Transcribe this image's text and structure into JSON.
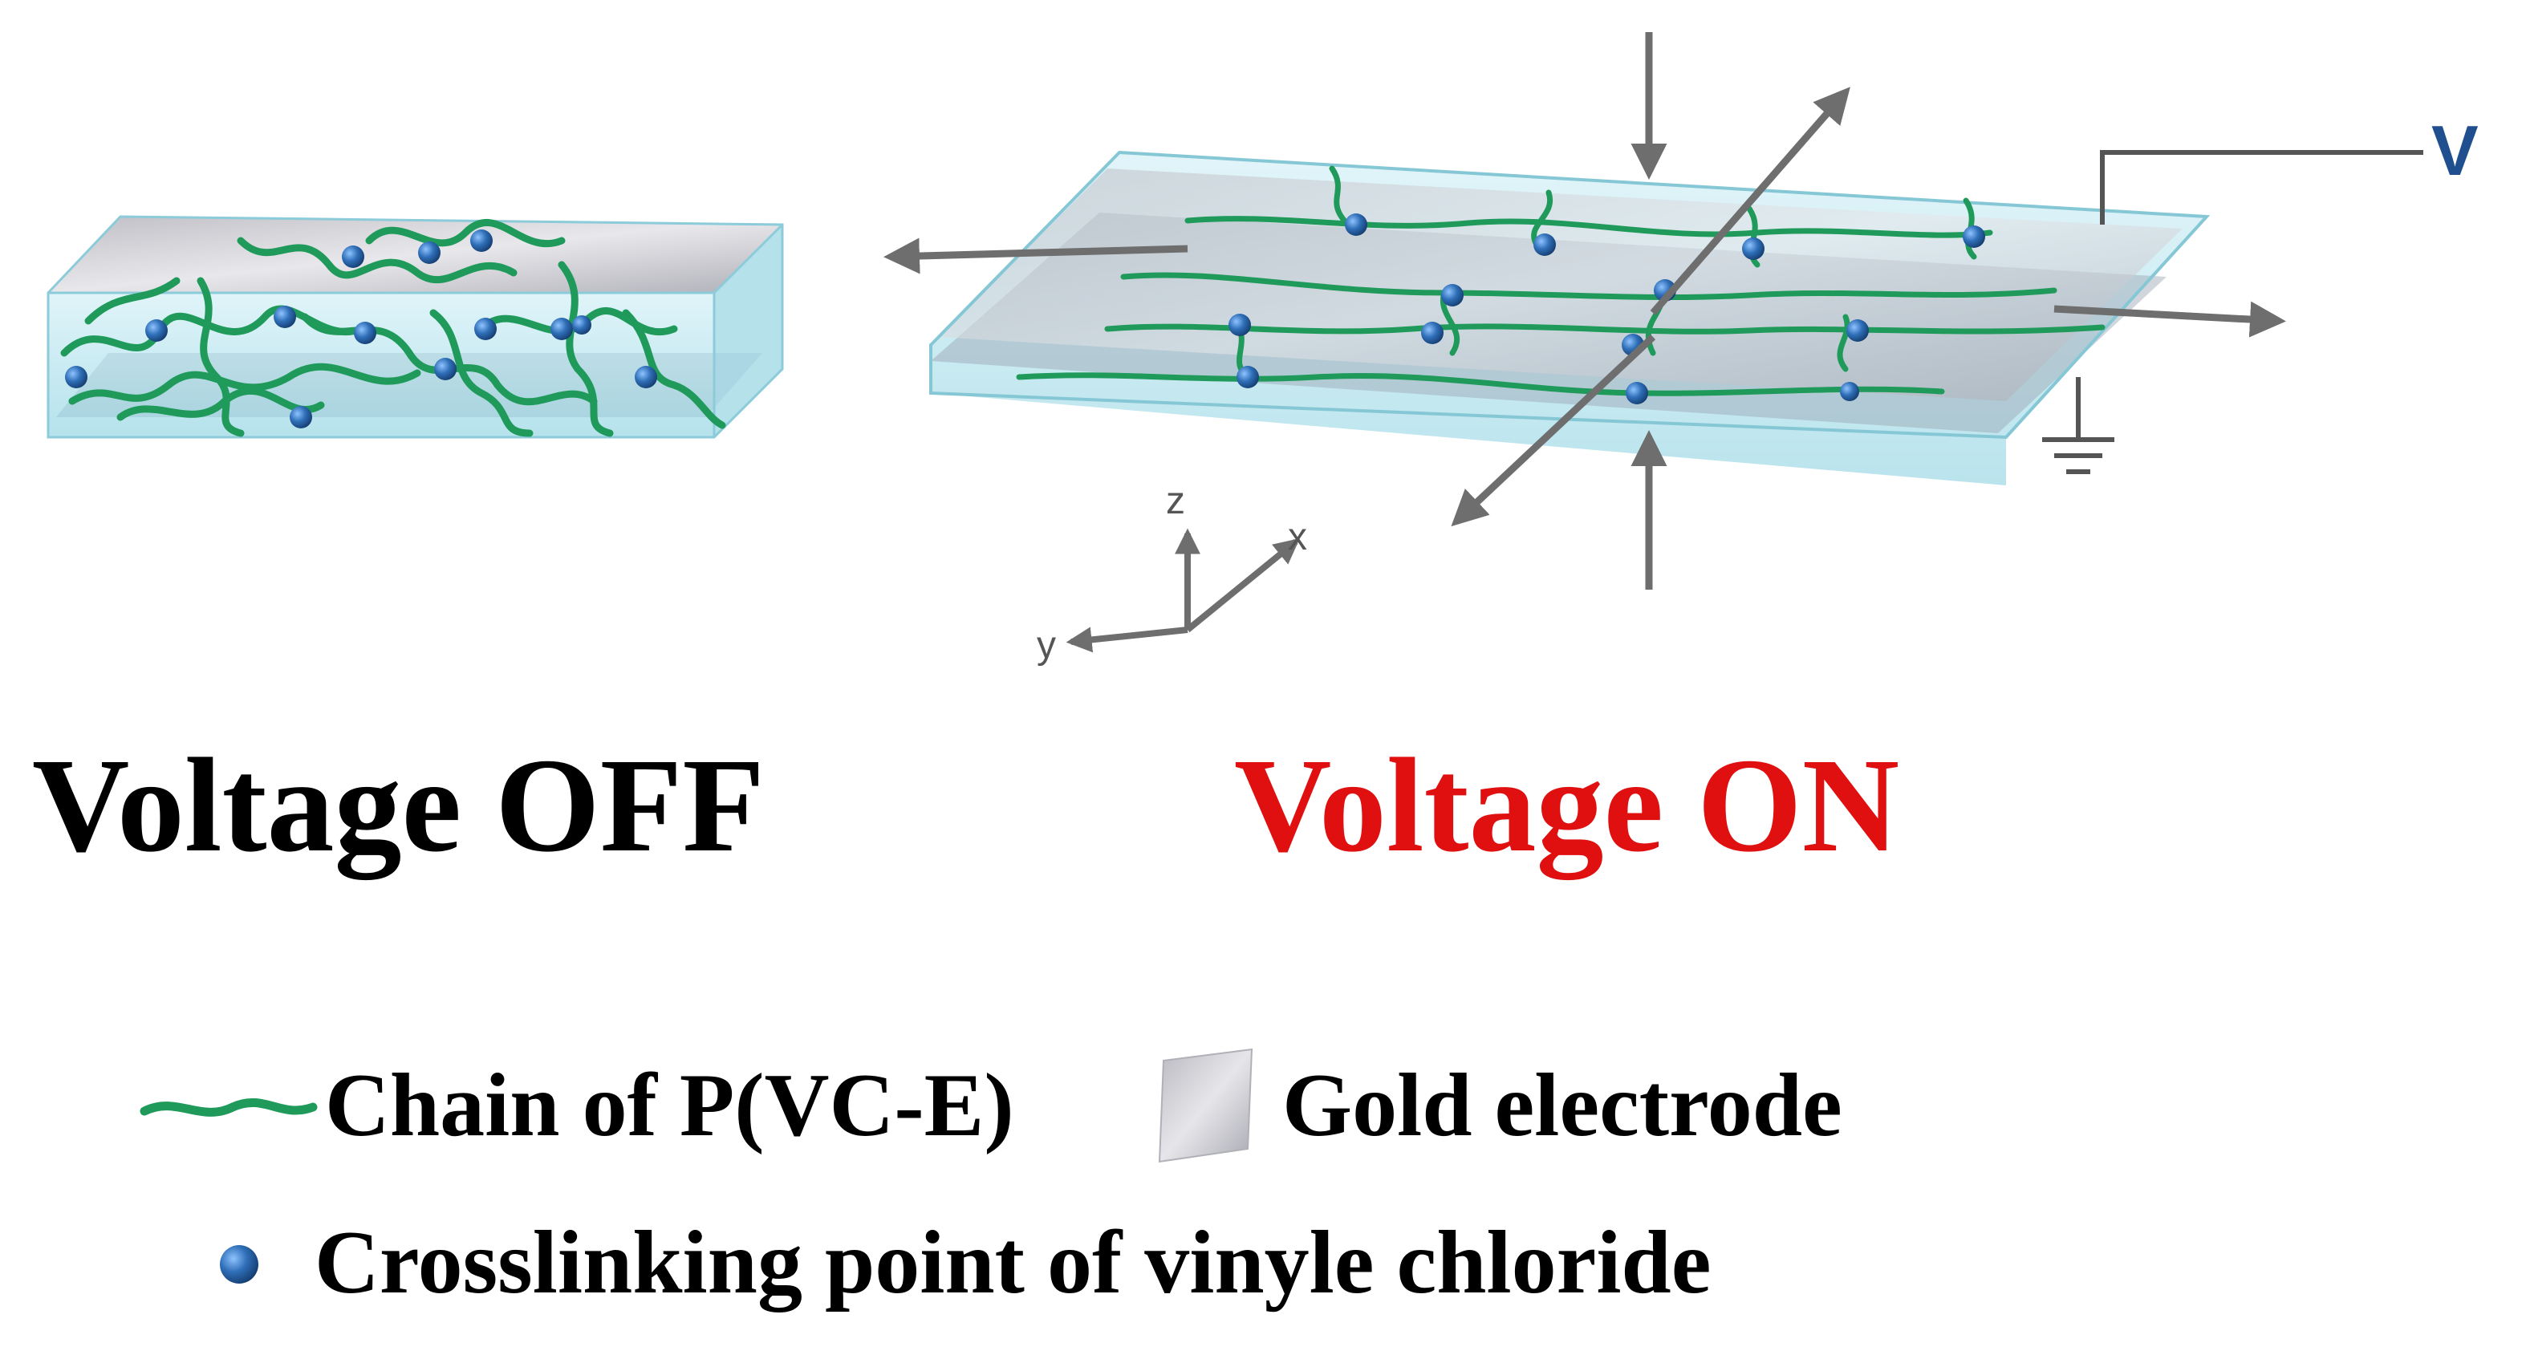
{
  "captions": {
    "off": "Voltage OFF",
    "on": "Voltage ON"
  },
  "labels": {
    "voltage": "V",
    "axis_z": "z",
    "axis_x": "x",
    "axis_y": "y"
  },
  "legend": {
    "chain": "Chain of P(VC-E)",
    "gold": "Gold electrode",
    "crosslink": "Crosslinking point of vinyle chloride"
  },
  "colors": {
    "on_caption": "#e01010",
    "off_caption": "#000000",
    "chain": "#1f9a5a",
    "node": "#2f6fb8",
    "gel": "#b7e6f0",
    "electrode": "#c6c6cc",
    "arrow": "#707070",
    "voltage_label": "#1f4f8f"
  }
}
